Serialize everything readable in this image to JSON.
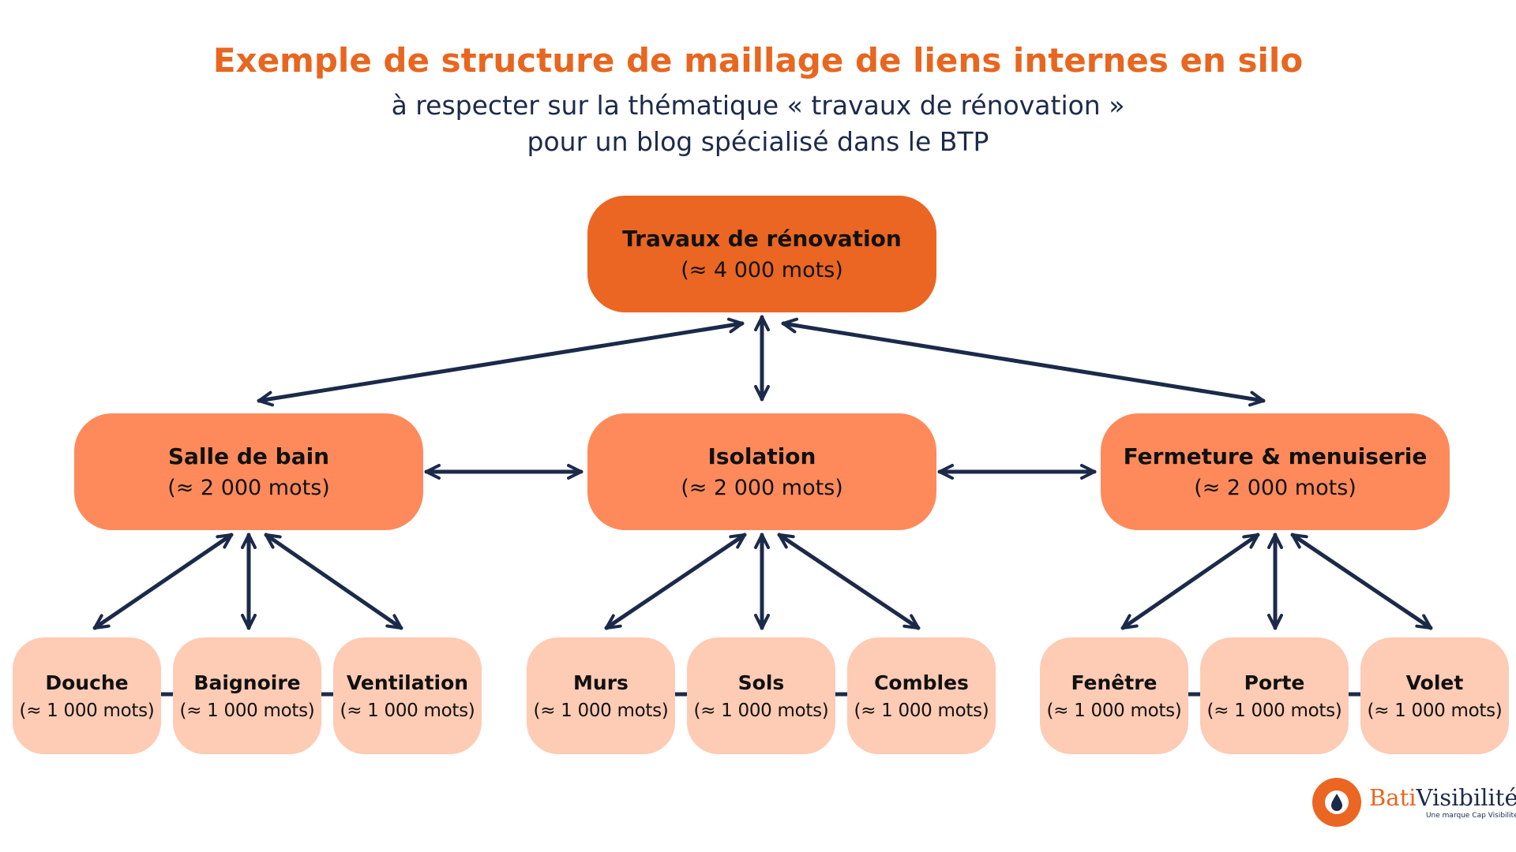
{
  "header": {
    "title": "Exemple de structure de maillage de liens internes en silo",
    "subtitle_line1": "à respecter sur la thématique « travaux de rénovation »",
    "subtitle_line2": "pour un blog spécialisé dans le BTP"
  },
  "root": {
    "name": "Travaux de rénovation",
    "count": "(≈ 4 000 mots)"
  },
  "categories": [
    {
      "name": "Salle de bain",
      "count": "(≈ 2 000 mots)"
    },
    {
      "name": "Isolation",
      "count": "(≈ 2 000 mots)"
    },
    {
      "name": "Fermeture & menuiserie",
      "count": "(≈ 2 000 mots)"
    }
  ],
  "leaves": [
    {
      "name": "Douche",
      "count": "(≈ 1 000 mots)"
    },
    {
      "name": "Baignoire",
      "count": "(≈ 1 000 mots)"
    },
    {
      "name": "Ventilation",
      "count": "(≈ 1 000 mots)"
    },
    {
      "name": "Murs",
      "count": "(≈ 1 000 mots)"
    },
    {
      "name": "Sols",
      "count": "(≈ 1 000 mots)"
    },
    {
      "name": "Combles",
      "count": "(≈ 1 000 mots)"
    },
    {
      "name": "Fenêtre",
      "count": "(≈ 1 000 mots)"
    },
    {
      "name": "Porte",
      "count": "(≈ 1 000 mots)"
    },
    {
      "name": "Volet",
      "count": "(≈ 1 000 mots)"
    }
  ],
  "logo": {
    "brand_part1": "Bati",
    "brand_part2": "Visibilité",
    "tagline": "Une marque Cap Visibilité",
    "icon": "drop-icon"
  },
  "colors": {
    "title": "#e8661f",
    "text_dark": "#1c2a4a",
    "root_fill": "#ea6622",
    "category_fill": "#fe8a5c",
    "leaf_fill": "#fecbb4",
    "arrow": "#1c2a4a"
  }
}
